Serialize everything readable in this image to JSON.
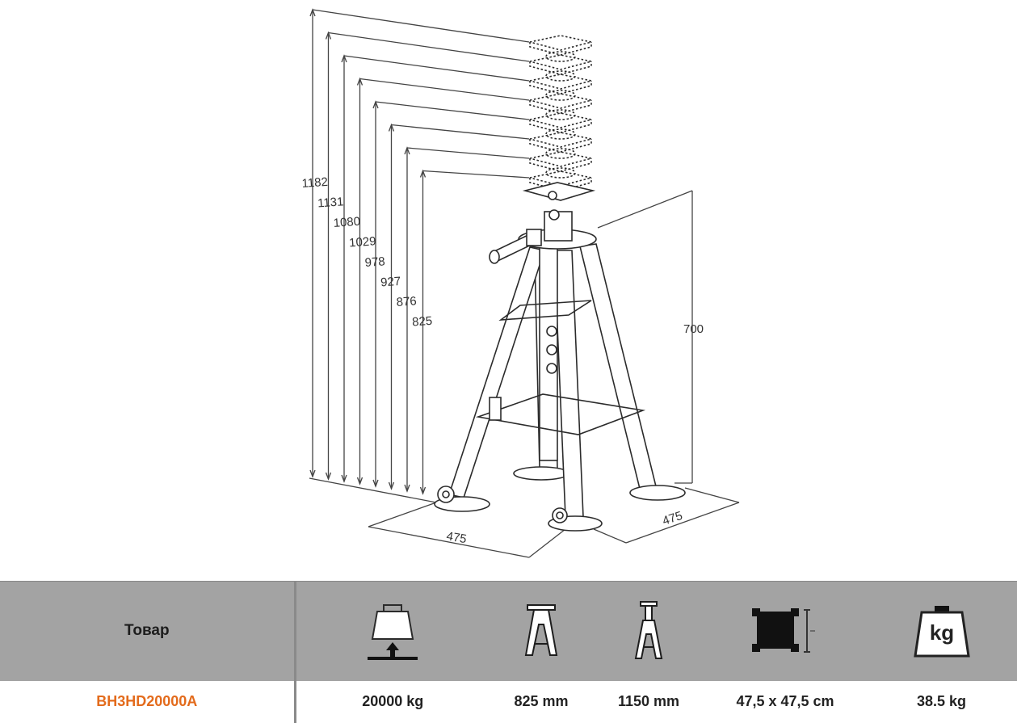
{
  "drawing": {
    "heights_mm": [
      "1182",
      "1131",
      "1080",
      "1029",
      "978",
      "927",
      "876",
      "825"
    ],
    "base_height_mm": "700",
    "base_width_left_mm": "475",
    "base_width_right_mm": "475"
  },
  "table": {
    "header_label": "Товар",
    "icons": [
      "load-capacity-icon",
      "min-height-icon",
      "max-height-icon",
      "base-footprint-icon",
      "weight-icon"
    ],
    "icon_text_weight": "kg",
    "product": "BH3HD20000A",
    "values": [
      "20000 kg",
      "825 mm",
      "1150 mm",
      "47,5 x 47,5 cm",
      "38.5 kg"
    ],
    "colors": {
      "accent": "#e36b1c",
      "header_bg": "#a3a3a3"
    }
  }
}
